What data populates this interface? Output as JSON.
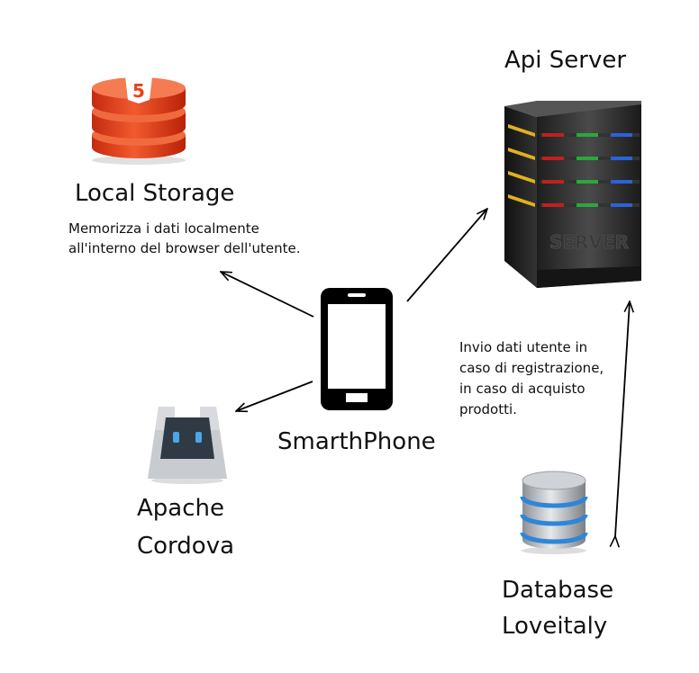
{
  "nodes": {
    "local_storage": {
      "title": "Local Storage",
      "desc_line1": "Memorizza i dati localmente",
      "desc_line2": "all'interno del browser dell'utente.",
      "icon": "html5-storage-icon",
      "icon_text": "5"
    },
    "api_server": {
      "title": "Api Server",
      "icon": "server-tower-icon",
      "icon_text": "SERVER"
    },
    "smartphone": {
      "title": "SmarthPhone",
      "icon": "smartphone-icon"
    },
    "apache_cordova": {
      "title_line1": "Apache",
      "title_line2": "Cordova",
      "icon": "cordova-robot-icon"
    },
    "database": {
      "title_line1": "Database",
      "title_line2": "Loveitaly",
      "icon": "database-cylinder-icon"
    },
    "data_note": {
      "line1": "Invio dati utente in",
      "line2": "caso di registrazione,",
      "line3": "in caso di acquisto",
      "line4": "prodotti."
    }
  },
  "edges": [
    {
      "from": "smartphone",
      "to": "local_storage",
      "direction": "forward"
    },
    {
      "from": "smartphone",
      "to": "api_server",
      "direction": "forward"
    },
    {
      "from": "smartphone",
      "to": "apache_cordova",
      "direction": "forward"
    },
    {
      "from": "api_server",
      "to": "database",
      "direction": "both"
    }
  ],
  "colors": {
    "arrow": "#000000",
    "storage_red": "#e8401c",
    "server_body": "#2b2b2b",
    "db_blue": "#2f86d8",
    "cordova_gray": "#c8cbd0"
  }
}
